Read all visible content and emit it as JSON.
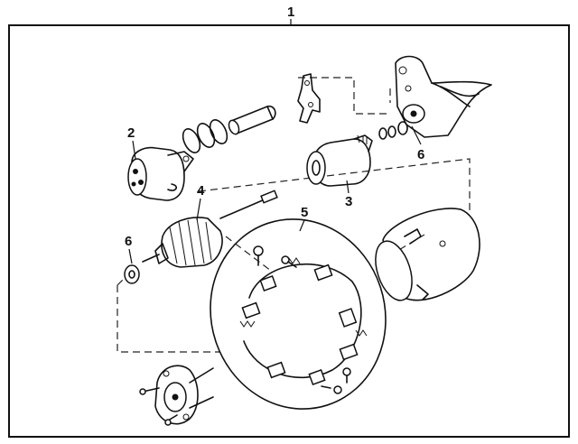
{
  "callouts": {
    "c1": "1",
    "c2": "2",
    "c3": "3",
    "c4": "4",
    "c5": "5",
    "c6_top": "6",
    "c6_left": "6"
  }
}
